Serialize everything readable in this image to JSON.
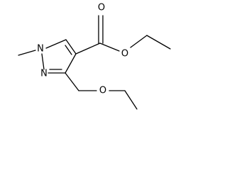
{
  "molecule": {
    "atoms": {
      "carbonyl_oxygen": "O",
      "ester_oxygen": "O",
      "ring_n1": "N",
      "ring_n2": "N",
      "ether_oxygen": "O"
    }
  },
  "colors": {
    "bond": "#000000",
    "label": "#000000",
    "background": "#ffffff"
  }
}
